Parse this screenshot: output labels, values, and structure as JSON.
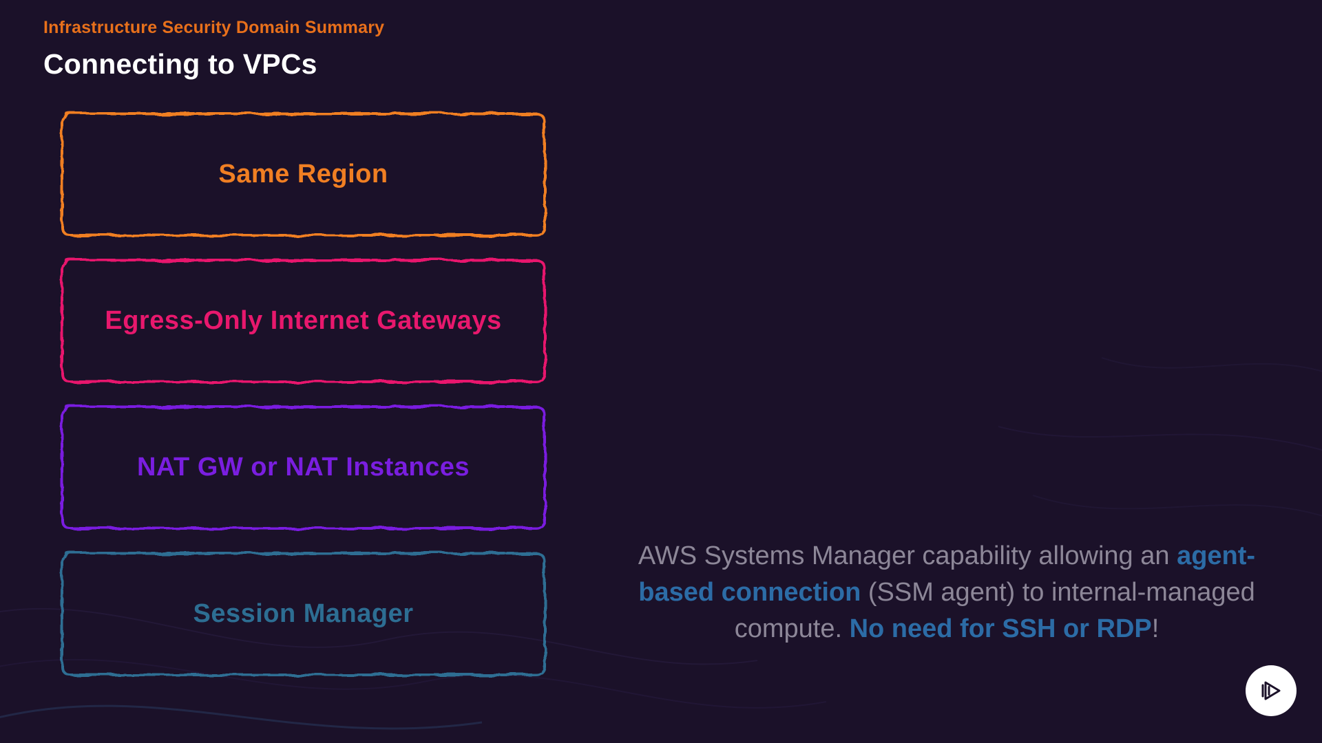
{
  "slide": {
    "eyebrow": "Infrastructure Security Domain Summary",
    "title": "Connecting to VPCs"
  },
  "boxes": [
    {
      "label": "Same Region",
      "color": "#f07f23"
    },
    {
      "label": "Egress-Only Internet Gateways",
      "color": "#e8186d"
    },
    {
      "label": "NAT GW or NAT Instances",
      "color": "#7a1ee0"
    },
    {
      "label": "Session Manager",
      "color": "#2d6e93"
    }
  ],
  "description": {
    "part1": "AWS Systems Manager capability allowing an ",
    "highlight1": "agent-based connection",
    "part2": " (SSM agent) to internal-managed compute. ",
    "highlight2": "No need for SSH or RDP",
    "part3": "!"
  },
  "logo": {
    "icon": "pluralsight-play-icon"
  },
  "colors": {
    "background": "#1b1129",
    "eyebrow_orange": "#e8701b",
    "title_white": "#ffffff",
    "accent_orange": "#f07f23",
    "accent_pink": "#e8186d",
    "accent_purple": "#7a1ee0",
    "accent_teal": "#2d6e93",
    "description_gray": "#8d8798",
    "highlight_blue": "#2c6ca6"
  }
}
